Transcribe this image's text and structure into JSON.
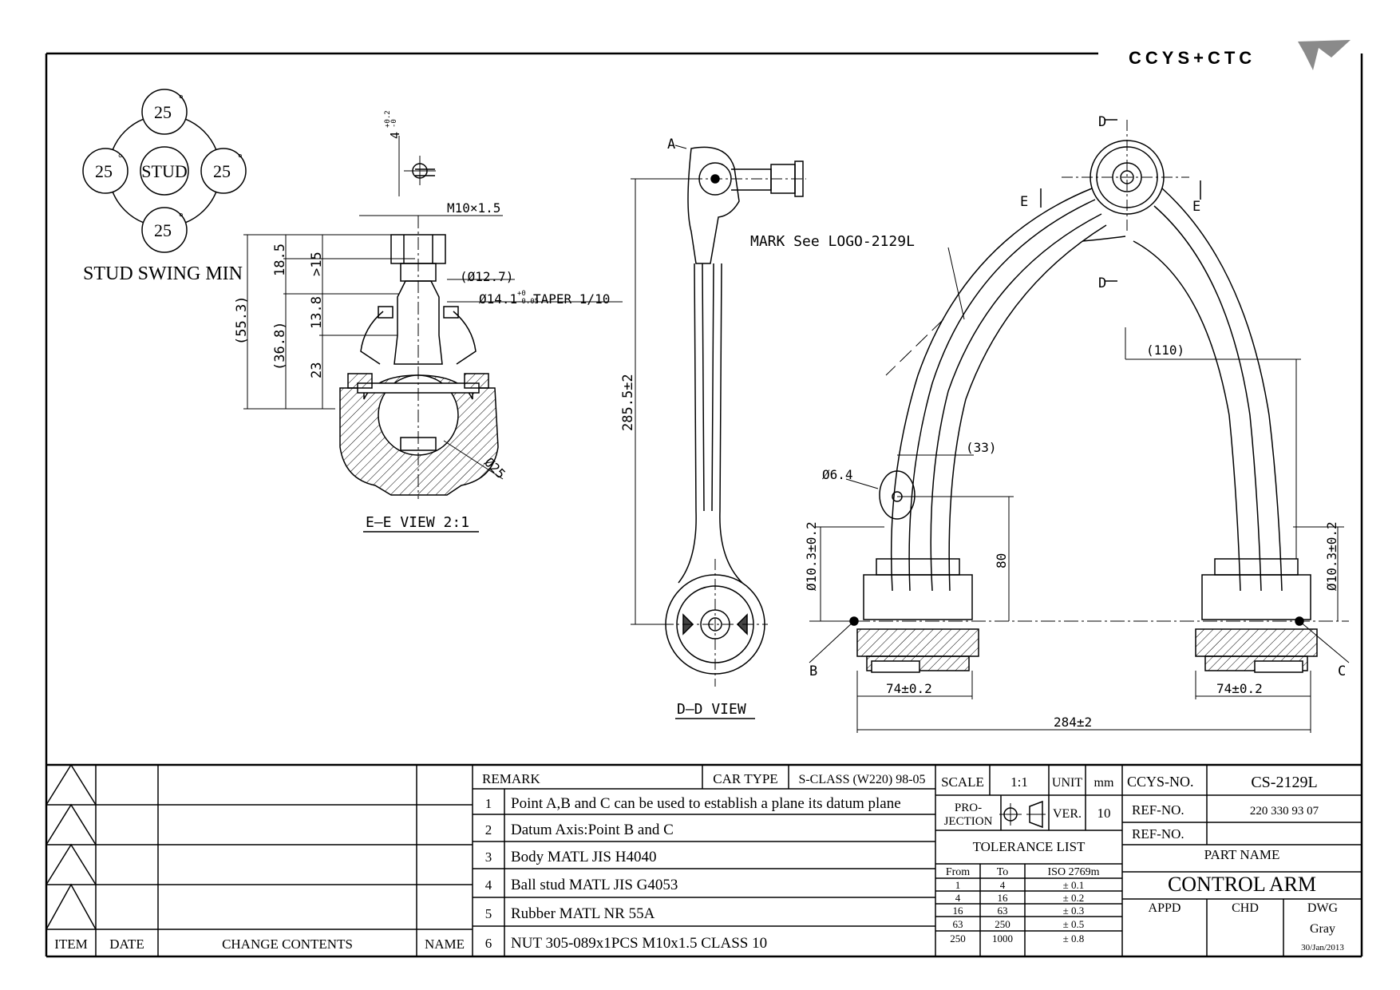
{
  "brand": {
    "logo_text": "CCYS+CTC"
  },
  "stud_swing": {
    "title": "STUD SWING MIN",
    "center_label": "STUD",
    "angles": [
      "25",
      "25",
      "25",
      "25"
    ],
    "degree_mark": "°"
  },
  "ee_view": {
    "title": "E–E VIEW 2:1",
    "dims": {
      "tol_4": "4",
      "tol_plus": "+0.2",
      "tol_minus": "-0",
      "thread": "M10×1.5",
      "dia_12_7": "(Ø12.7)",
      "taper": "Ø14.1",
      "taper_tol_plus": "+0",
      "taper_tol_minus": "-0.05",
      "taper_text": "TAPER 1/10",
      "d55_3": "(55.3)",
      "d36_8": "(36.8)",
      "d18_5": "18.5",
      "d15": ">15",
      "d13_8": "13.8",
      "d23": "23",
      "d25": "Ø25"
    }
  },
  "dd_view": {
    "title": "D–D VIEW",
    "point_a": "A",
    "length": "285.5±2"
  },
  "main_view": {
    "mark_note": "MARK See LOGO-2129L",
    "labels": {
      "d": "D",
      "e": "E",
      "b": "B",
      "c": "C"
    },
    "dims": {
      "d110": "(110)",
      "d33": "(33)",
      "d6_4": "Ø6.4",
      "d80": "80",
      "dia_left": "Ø10.3±0.2",
      "dia_right": "Ø10.3±0.2",
      "w_left": "74±0.2",
      "w_right": "74±0.2",
      "span": "284±2"
    }
  },
  "revision_table": {
    "headers": {
      "item": "ITEM",
      "date": "DATE",
      "change": "CHANGE CONTENTS",
      "name": "NAME"
    }
  },
  "remarks": {
    "header": "REMARK",
    "car_type_label": "CAR TYPE",
    "car_type_value": "S-CLASS (W220) 98-05",
    "items": [
      {
        "no": "1",
        "text": "Point A,B and C can be used to establish a plane its datum plane"
      },
      {
        "no": "2",
        "text": "Datum Axis:Point B and C"
      },
      {
        "no": "3",
        "text": "Body MATL JIS H4040"
      },
      {
        "no": "4",
        "text": "Ball stud MATL JIS G4053"
      },
      {
        "no": "5",
        "text": "Rubber MATL NR 55A"
      },
      {
        "no": "6",
        "text": "NUT 305-089x1PCS M10x1.5 CLASS 10"
      }
    ]
  },
  "scale_block": {
    "scale_label": "SCALE",
    "scale_value": "1:1",
    "unit_label": "UNIT",
    "unit_value": "mm",
    "projection_label_1": "PRO-",
    "projection_label_2": "JECTION",
    "ver_label": "VER.",
    "ver_value": "10"
  },
  "tolerance": {
    "title": "TOLERANCE LIST",
    "headers": [
      "From",
      "To",
      "ISO 2769m"
    ],
    "rows": [
      [
        "1",
        "4",
        "± 0.1"
      ],
      [
        "4",
        "16",
        "± 0.2"
      ],
      [
        "16",
        "63",
        "± 0.3"
      ],
      [
        "63",
        "250",
        "± 0.5"
      ],
      [
        "250",
        "1000",
        "± 0.8"
      ]
    ]
  },
  "title_block": {
    "ccys_label": "CCYS-NO.",
    "ccys_value": "CS-2129L",
    "ref_label_1": "REF-NO.",
    "ref_value_1": "220 330 93 07",
    "ref_label_2": "REF-NO.",
    "ref_value_2": "",
    "part_name_label": "PART NAME",
    "part_name": "CONTROL ARM",
    "appd": "APPD",
    "chd": "CHD",
    "dwg": "DWG",
    "drawn_by": "Gray",
    "date": "30/Jan/2013"
  }
}
